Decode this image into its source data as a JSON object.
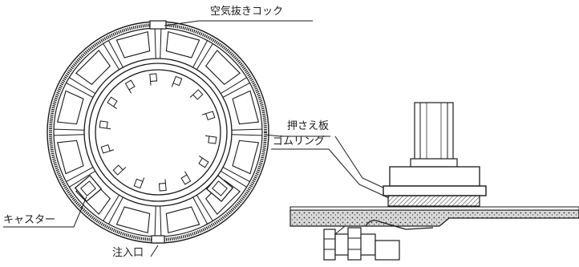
{
  "labels": {
    "air_vent": "空気抜きコック",
    "press_plate": "押さえ板",
    "rubber_ring": "ゴムリング",
    "caster": "キャスター",
    "inlet": "注入口"
  },
  "colors": {
    "line": "#1a1a1a",
    "bg": "#ffffff",
    "hatch": "#555555"
  }
}
